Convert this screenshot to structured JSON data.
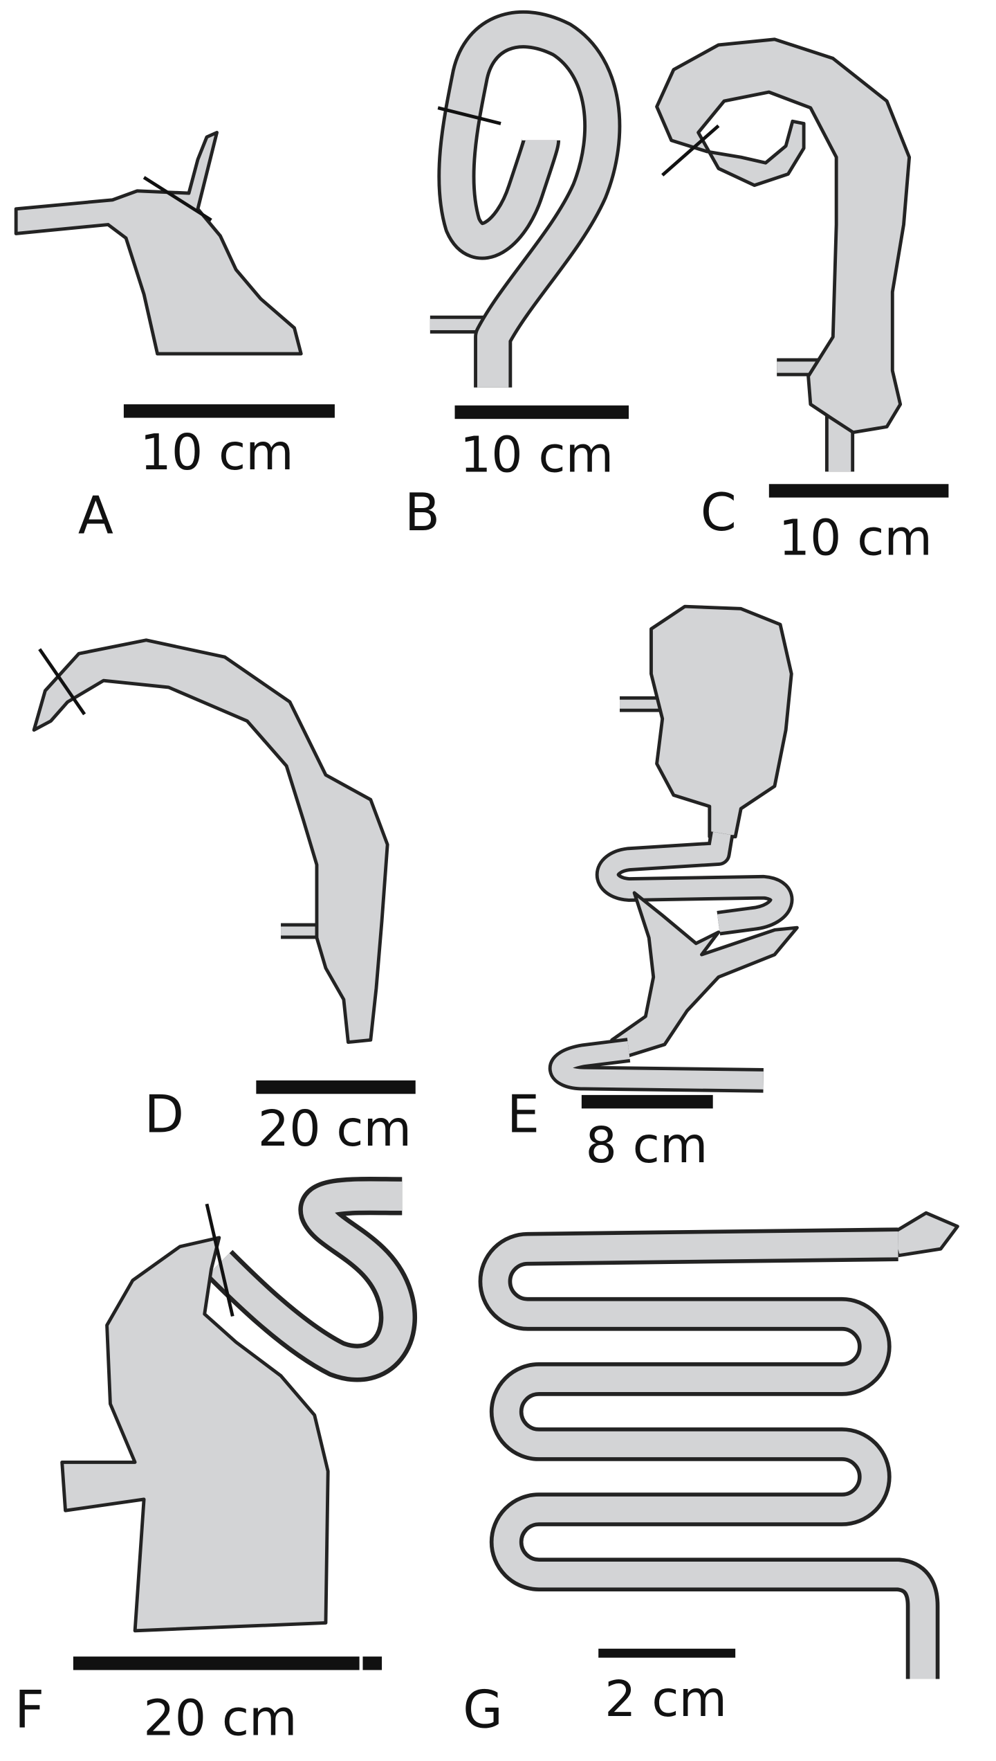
{
  "panels": [
    {
      "letter": "A",
      "scale": "10 cm"
    },
    {
      "letter": "B",
      "scale": "10 cm"
    },
    {
      "letter": "C",
      "scale": "10 cm"
    },
    {
      "letter": "D",
      "scale": "20 cm"
    },
    {
      "letter": "E",
      "scale": "8 cm"
    },
    {
      "letter": "F",
      "scale": "20 cm"
    },
    {
      "letter": "G",
      "scale": "2 cm"
    }
  ],
  "colors": {
    "organ_fill": "#d3d4d6",
    "outline": "#232323",
    "scale_bar": "#111111"
  }
}
